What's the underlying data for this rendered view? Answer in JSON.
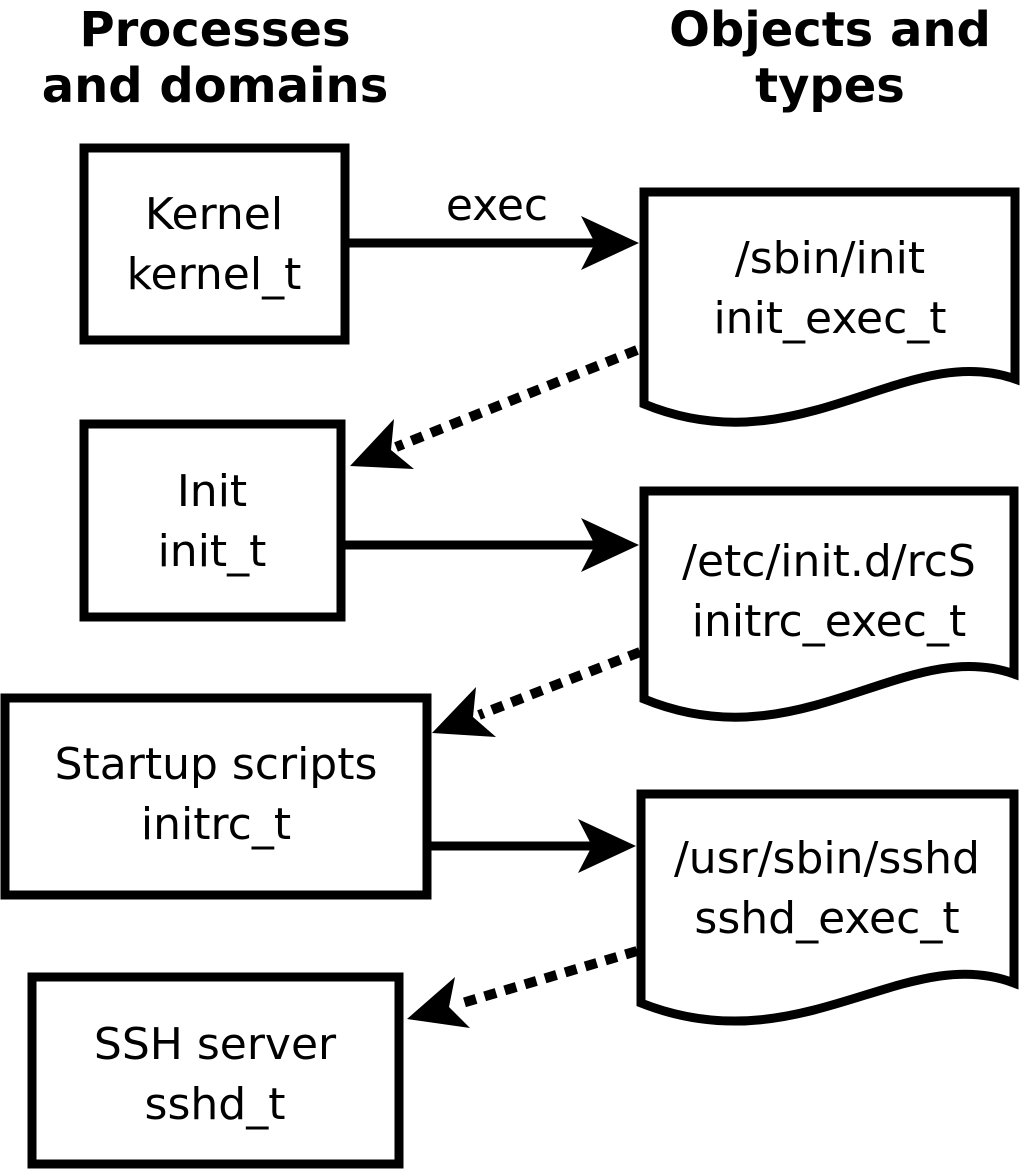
{
  "headers": {
    "processes": {
      "line1": "Processes",
      "line2": "and domains"
    },
    "objects": {
      "line1": "Objects and",
      "line2": "types"
    }
  },
  "domains": [
    {
      "name": "Kernel",
      "type": "kernel_t"
    },
    {
      "name": "Init",
      "type": "init_t"
    },
    {
      "name": "Startup scripts",
      "type": "initrc_t"
    },
    {
      "name": "SSH server",
      "type": "sshd_t"
    }
  ],
  "objects": [
    {
      "path": "/sbin/init",
      "type": "init_exec_t"
    },
    {
      "path": "/etc/init.d/rcS",
      "type": "initrc_exec_t"
    },
    {
      "path": "/usr/sbin/sshd",
      "type": "sshd_exec_t"
    }
  ],
  "edges": {
    "exec_label": "exec"
  },
  "colors": {
    "line": "#000000",
    "shape_fill": "#ffffff",
    "background": "#ffffff"
  }
}
